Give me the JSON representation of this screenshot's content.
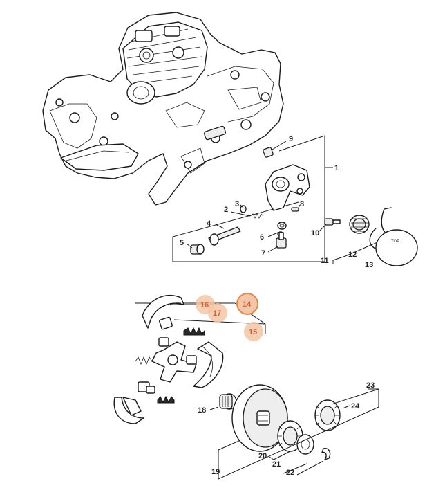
{
  "colors": {
    "ink": "#1a1a1a",
    "highlight_fill": "#f5c6a5",
    "highlight_text": "#c8643c",
    "selected_ring": "#e08a50"
  },
  "callouts": [
    {
      "id": "1",
      "text": "1"
    },
    {
      "id": "2",
      "text": "2"
    },
    {
      "id": "3",
      "text": "3"
    },
    {
      "id": "4",
      "text": "4"
    },
    {
      "id": "5",
      "text": "5"
    },
    {
      "id": "6",
      "text": "6"
    },
    {
      "id": "7",
      "text": "7"
    },
    {
      "id": "8",
      "text": "8"
    },
    {
      "id": "9",
      "text": "9"
    },
    {
      "id": "10",
      "text": "10"
    },
    {
      "id": "11",
      "text": "11"
    },
    {
      "id": "12",
      "text": "12"
    },
    {
      "id": "13",
      "text": "13"
    },
    {
      "id": "14",
      "text": "14",
      "state": "selected"
    },
    {
      "id": "15",
      "text": "15",
      "state": "highlighted"
    },
    {
      "id": "16",
      "text": "16",
      "state": "highlighted"
    },
    {
      "id": "17",
      "text": "17",
      "state": "highlighted"
    },
    {
      "id": "18",
      "text": "18"
    },
    {
      "id": "19",
      "text": "19"
    },
    {
      "id": "20",
      "text": "20"
    },
    {
      "id": "21",
      "text": "21"
    },
    {
      "id": "22",
      "text": "22"
    },
    {
      "id": "23",
      "text": "23"
    },
    {
      "id": "24",
      "text": "24"
    }
  ],
  "annotations": {
    "cover_text": "TOP"
  }
}
